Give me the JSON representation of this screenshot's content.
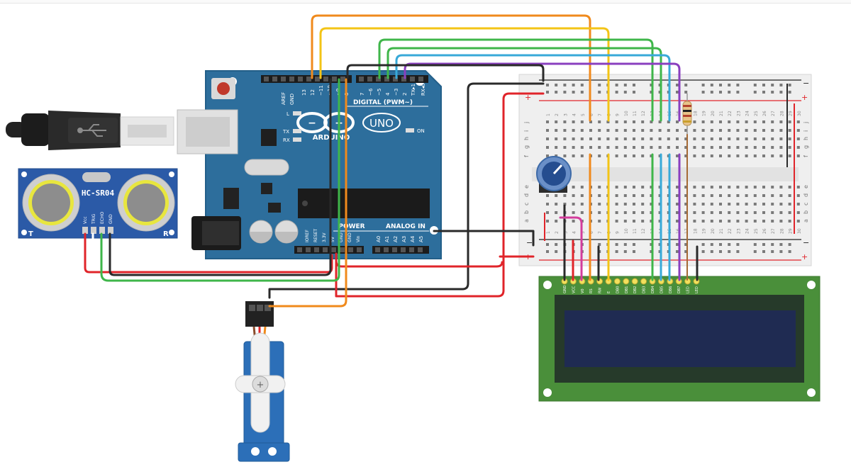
{
  "arduino": {
    "brand": "ARDUINO",
    "model": "UNO",
    "header_digital": "DIGITAL (PWM~)",
    "header_power": "POWER",
    "header_analog": "ANALOG IN",
    "label_aref": "AREF",
    "label_gnd": "GND",
    "label_on": "ON",
    "label_l": "L",
    "label_tx": "TX",
    "label_rx": "RX",
    "digital_pins": [
      "13",
      "12",
      "~11",
      "~10",
      "~9",
      "8",
      "7",
      "~6",
      "~5",
      "4",
      "~3",
      "2",
      "TX▸1",
      "RX◂0"
    ],
    "power_pins": [
      "IOREF",
      "RESET",
      "3.3V",
      "5V",
      "GND",
      "GND",
      "Vin"
    ],
    "analog_pins": [
      "A0",
      "A1",
      "A2",
      "A3",
      "A4",
      "A5"
    ]
  },
  "sensor": {
    "name": "HC-SR04",
    "pins": [
      "Vcc",
      "TRIG",
      "ECHO",
      "GND"
    ],
    "label_t": "T",
    "label_r": "R"
  },
  "lcd": {
    "pins": [
      "GND",
      "VCC",
      "V0",
      "RS",
      "RW",
      "E",
      "DB0",
      "DB1",
      "DB2",
      "DB3",
      "DB4",
      "DB5",
      "DB6",
      "DB7",
      "LED",
      "LED"
    ]
  },
  "breadboard": {
    "rows_top": [
      "j",
      "i",
      "h",
      "g",
      "f"
    ],
    "rows_bottom": [
      "e",
      "d",
      "c",
      "b",
      "a"
    ],
    "columns": [
      "1",
      "2",
      "3",
      "4",
      "5",
      "6",
      "7",
      "8",
      "9",
      "10",
      "11",
      "12",
      "13",
      "14",
      "15",
      "16",
      "17",
      "18",
      "19",
      "20",
      "21",
      "22",
      "23",
      "24",
      "25",
      "26",
      "27",
      "28",
      "29",
      "30"
    ],
    "minus": "−",
    "plus": "+"
  },
  "colors": {
    "board": "#2d6e9c",
    "board_dark": "#1f5680",
    "breadboard": "#efefef",
    "lcd_pcb": "#4a8f3a",
    "lcd_screen": "#1f2b52",
    "wire_orange": "#f08a1c",
    "wire_yellow": "#f3c416",
    "wire_green": "#3fb64a",
    "wire_blue": "#38a9d8",
    "wire_purple": "#8a3fbf",
    "wire_red": "#e0242a",
    "wire_black": "#2a2a2a",
    "wire_pink": "#d33c9c",
    "wire_brown": "#a56a35"
  }
}
